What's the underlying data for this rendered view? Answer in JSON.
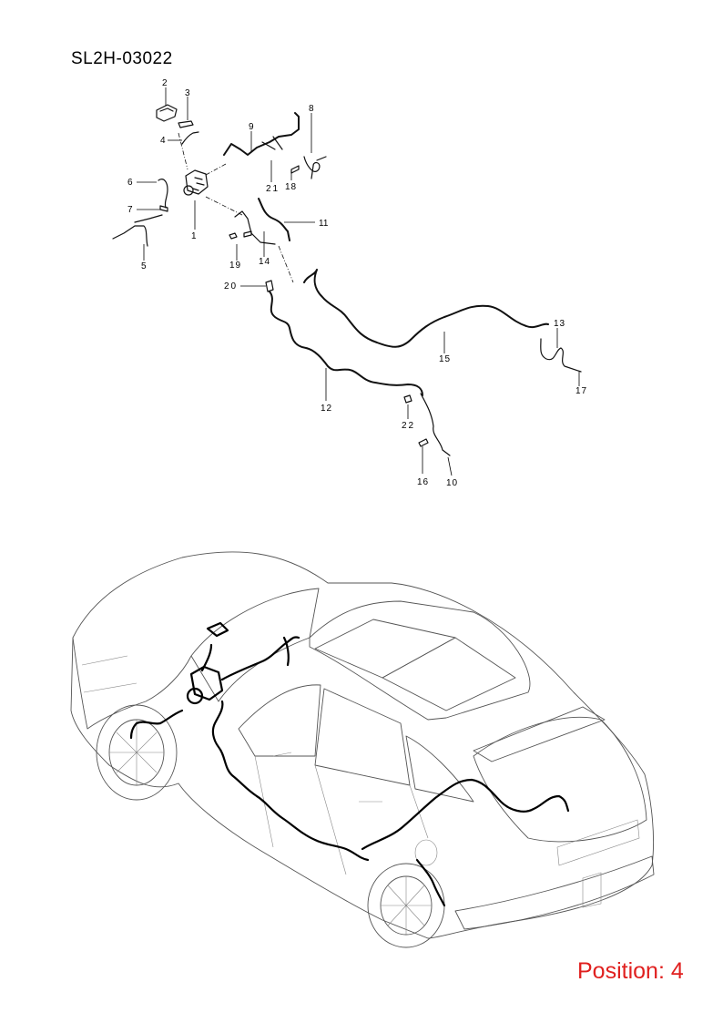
{
  "document": {
    "code": "SL2H-03022",
    "position_label": "Position: 4"
  },
  "callouts": [
    {
      "id": "c1",
      "text": "1"
    },
    {
      "id": "c2",
      "text": "2"
    },
    {
      "id": "c3",
      "text": "3"
    },
    {
      "id": "c4",
      "text": "4"
    },
    {
      "id": "c5",
      "text": "5"
    },
    {
      "id": "c6",
      "text": "6"
    },
    {
      "id": "c7",
      "text": "7"
    },
    {
      "id": "c8",
      "text": "8"
    },
    {
      "id": "c9",
      "text": "9"
    },
    {
      "id": "c10",
      "text": "10"
    },
    {
      "id": "c11",
      "text": "11"
    },
    {
      "id": "c12",
      "text": "12"
    },
    {
      "id": "c13",
      "text": "13"
    },
    {
      "id": "c14",
      "text": "14"
    },
    {
      "id": "c15",
      "text": "15"
    },
    {
      "id": "c16",
      "text": "16"
    },
    {
      "id": "c17",
      "text": "17"
    },
    {
      "id": "c18",
      "text": "18"
    },
    {
      "id": "c19",
      "text": "19"
    },
    {
      "id": "c20",
      "text": "20"
    },
    {
      "id": "c21",
      "text": "21"
    },
    {
      "id": "c22",
      "text": "22"
    }
  ],
  "colors": {
    "position_label": "#e0201f",
    "ink": "#000000"
  }
}
